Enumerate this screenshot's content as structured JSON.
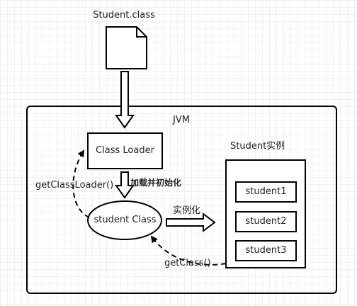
{
  "file": {
    "label": "Student.class"
  },
  "jvm": {
    "label": "JVM"
  },
  "class_loader": {
    "label": "Class Loader"
  },
  "student_class": {
    "label": "student Class"
  },
  "instances": {
    "title": "Student实例",
    "items": [
      "student1",
      "student2",
      "student3"
    ]
  },
  "edges": {
    "load_init": "加载并初始化",
    "instantiate": "实例化",
    "get_class_loader": "getClassLoader()",
    "get_class": "getClass()"
  }
}
